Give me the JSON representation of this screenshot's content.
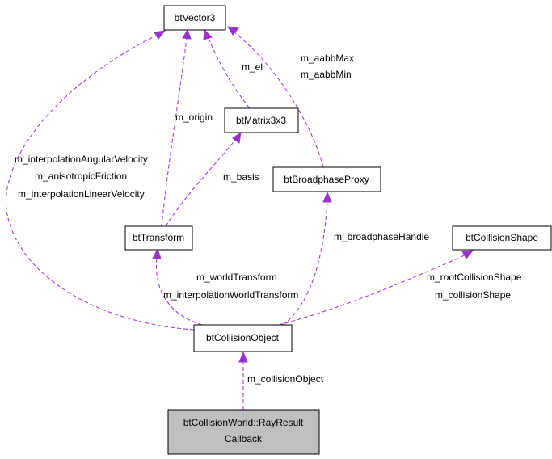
{
  "nodes": {
    "btVector3": "btVector3",
    "btMatrix3x3": "btMatrix3x3",
    "btBroadphaseProxy": "btBroadphaseProxy",
    "btTransform": "btTransform",
    "btCollisionShape": "btCollisionShape",
    "btCollisionObject": "btCollisionObject",
    "rayResultCallback_line1": "btCollisionWorld::RayResult",
    "rayResultCallback_line2": "Callback"
  },
  "edge_labels": {
    "m_el": "m_el",
    "m_aabbMax": "m_aabbMax",
    "m_aabbMin": "m_aabbMin",
    "m_origin": "m_origin",
    "m_interpolationAngularVelocity": "m_interpolationAngularVelocity",
    "m_anisotropicFriction": "m_anisotropicFriction",
    "m_interpolationLinearVelocity": "m_interpolationLinearVelocity",
    "m_basis": "m_basis",
    "m_broadphaseHandle": "m_broadphaseHandle",
    "m_worldTransform": "m_worldTransform",
    "m_interpolationWorldTransform": "m_interpolationWorldTransform",
    "m_rootCollisionShape": "m_rootCollisionShape",
    "m_collisionShape": "m_collisionShape",
    "m_collisionObject": "m_collisionObject"
  },
  "colors": {
    "edge": "#9a32cd",
    "node_border": "#000000",
    "highlight_fill": "#bfbfbf"
  }
}
